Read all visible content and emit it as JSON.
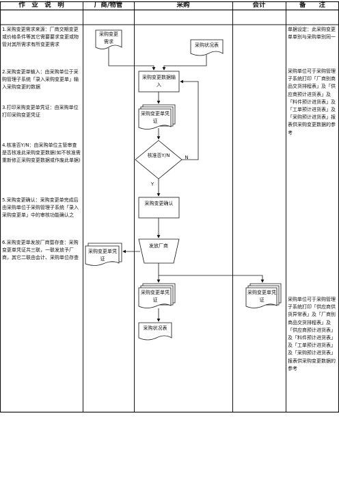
{
  "header": {
    "col1": "作　业　说　明",
    "col2": "厂商/物管",
    "col3": "采购",
    "col4": "会计",
    "col5": "备　　注"
  },
  "steps": [
    "1.采购变更需求来源：厂商交期变更或价格条件等其它需要要求变更或物管对其所需求有所变更需求",
    "2.采购变更单输入：由采购单位于采购管理子系统「录入采购变更单」输入采购变更的数据",
    "3.打印采购变更单凭证：由采购单位打印采购变更凭证",
    "4.核准否Y/N：由采购单位主管审查是否核准此采购变更数据(如不核准需重新修正采购变更数据或作废此单据)",
    "5.采购变更确认：采购变更单完成后由采购单位于采购管理子系统「录入采购变更单」中的审核功能确认之",
    "6.采购变更单发放厂商暨存查：采购变更单凭证共三联，一联发放予厂商，其它二联由会计、采购单位存查"
  ],
  "shapes": {
    "demand": "采购变更需求",
    "status_report_top": "采购状况表",
    "input": "采购变更数据输入",
    "voucher": "采购变更单凭证",
    "approve": "核准否Y/N",
    "approve_no": "N",
    "approve_yes": "Y",
    "confirm": "采购变更确认",
    "issue": "发放厂商",
    "vendor_voucher": "采购变更单凭证",
    "purchase_voucher": "采购变更单凭证",
    "status_report_bottom": "采购状况表",
    "account_voucher": "采购变更单凭证"
  },
  "notes": {
    "top": "单据设定：此采购变更单单别与采购单别同一",
    "mid": "采购单位可于采购管理子系统打印「厂商别商品交货排程表」及「供应商预计进货表」及「料件预计进货表」及「工单预计进货表」及「采购预计进货表」报表供采购变更数据的参考",
    "bottom": "采购单位可于采购管理子系统打印「供应商供货异常表」及「厂商别商品交货排程表」及「供应商预计进货表」及「料件预计进货表」及「工单预计进货表」及「采购预计进货表」报表供采购变更数据的参考"
  }
}
